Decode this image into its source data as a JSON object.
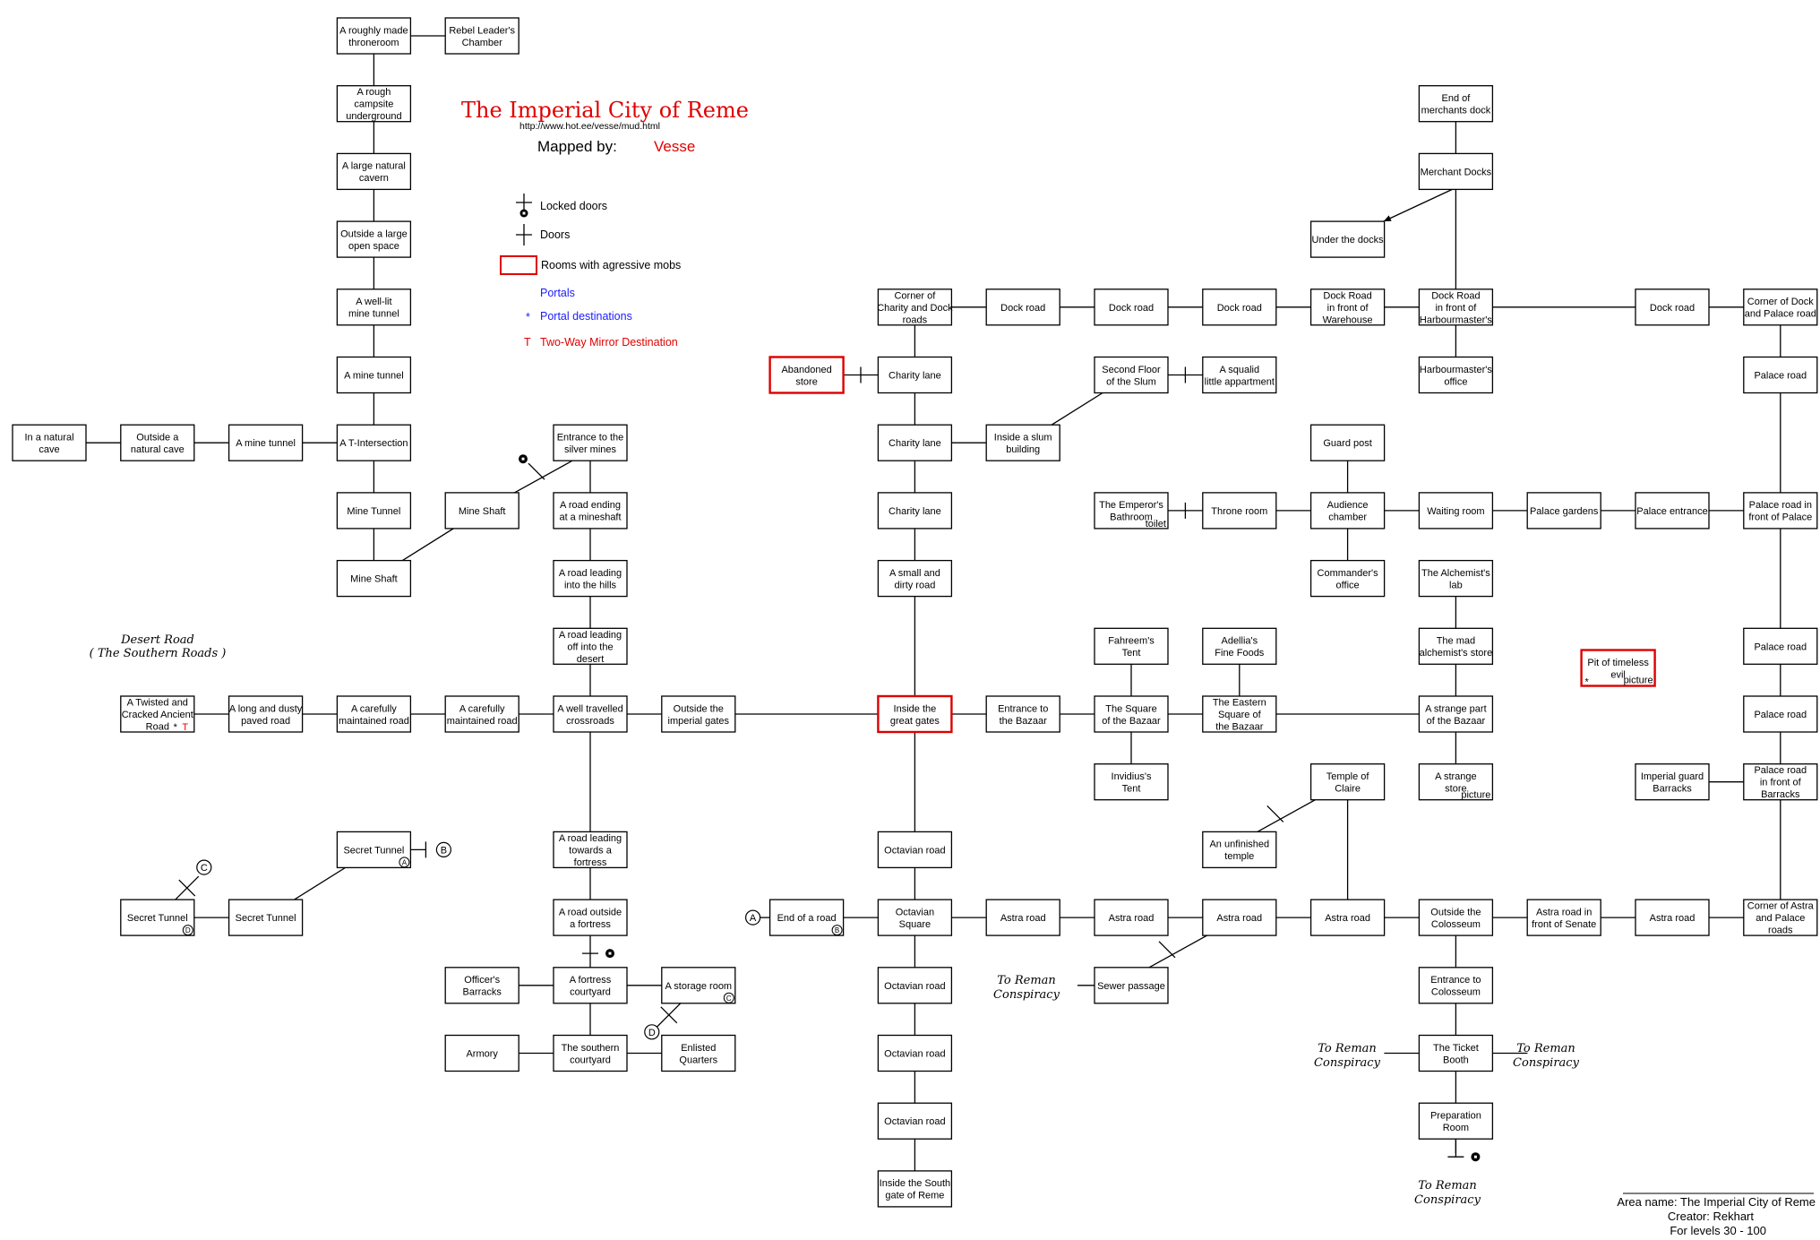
{
  "header": {
    "title": "The Imperial City of Reme",
    "url": "http://www.hot.ee/vesse/mud.html",
    "mapped_by_label": "Mapped by:",
    "mapper": "Vesse"
  },
  "legend": {
    "locked_doors": "Locked doors",
    "doors": "Doors",
    "aggressive": "Rooms with agressive mobs",
    "portals": "Portals",
    "portal_destinations": "Portal destinations",
    "mirror": "Two-Way Mirror Destination"
  },
  "info": {
    "area_name": "Area name: The Imperial City of Reme",
    "creator": "Creator: Rekhart",
    "levels": "For levels 30 - 100"
  },
  "external": {
    "desert_road": [
      "Desert Road",
      "( The Southern Roads )"
    ],
    "to_reman": [
      "To Reman",
      "Conspiracy"
    ]
  },
  "links": {
    "toilet": "toilet",
    "picture": "picture",
    "star": "*",
    "t": "T"
  },
  "markers": [
    "A",
    "B",
    "C",
    "D"
  ],
  "rooms": [
    {
      "id": "throneroom",
      "c": 3,
      "r": 0,
      "lines": [
        "A roughly made",
        "throneroom"
      ]
    },
    {
      "id": "rebel",
      "c": 4,
      "r": 0,
      "lines": [
        "Rebel Leader's",
        "Chamber"
      ]
    },
    {
      "id": "campsite",
      "c": 3,
      "r": 1,
      "lines": [
        "A rough",
        "campsite",
        "underground"
      ]
    },
    {
      "id": "cavern",
      "c": 3,
      "r": 2,
      "lines": [
        "A large natural",
        "cavern"
      ]
    },
    {
      "id": "openspace",
      "c": 3,
      "r": 3,
      "lines": [
        "Outside a large",
        "open space"
      ]
    },
    {
      "id": "welllit",
      "c": 3,
      "r": 4,
      "lines": [
        "A well-lit",
        "mine tunnel"
      ]
    },
    {
      "id": "minetunnel1",
      "c": 3,
      "r": 5,
      "lines": [
        "A mine tunnel"
      ]
    },
    {
      "id": "naturalcave",
      "c": 0,
      "r": 6,
      "lines": [
        "In a natural",
        "cave"
      ]
    },
    {
      "id": "outsidecave",
      "c": 1,
      "r": 6,
      "lines": [
        "Outside a",
        "natural cave"
      ]
    },
    {
      "id": "minetunnel2",
      "c": 2,
      "r": 6,
      "lines": [
        "A mine tunnel"
      ]
    },
    {
      "id": "tint",
      "c": 3,
      "r": 6,
      "lines": [
        "A T-Intersection"
      ]
    },
    {
      "id": "silvermines",
      "c": 5,
      "r": 6,
      "lines": [
        "Entrance to the",
        "silver mines"
      ]
    },
    {
      "id": "minetunnel3",
      "c": 3,
      "r": 7,
      "lines": [
        "Mine Tunnel"
      ]
    },
    {
      "id": "mineshaft1",
      "c": 4,
      "r": 7,
      "lines": [
        "Mine Shaft"
      ]
    },
    {
      "id": "roadending",
      "c": 5,
      "r": 7,
      "lines": [
        "A road ending",
        "at a mineshaft"
      ]
    },
    {
      "id": "mineshaft2",
      "c": 3,
      "r": 8,
      "lines": [
        "Mine Shaft"
      ]
    },
    {
      "id": "roadhills",
      "c": 5,
      "r": 8,
      "lines": [
        "A road leading",
        "into the hills"
      ]
    },
    {
      "id": "roaddesert",
      "c": 5,
      "r": 9,
      "lines": [
        "A road leading",
        "off into the",
        "desert"
      ]
    },
    {
      "id": "twisted",
      "c": 1,
      "r": 10,
      "lines": [
        "A Twisted and",
        "Cracked Ancient",
        "Road"
      ],
      "portal": true
    },
    {
      "id": "dustyroad",
      "c": 2,
      "r": 10,
      "lines": [
        "A long and dusty",
        "paved road"
      ]
    },
    {
      "id": "carefully1",
      "c": 3,
      "r": 10,
      "lines": [
        "A carefully",
        "maintained road"
      ]
    },
    {
      "id": "carefully2",
      "c": 4,
      "r": 10,
      "lines": [
        "A carefully",
        "maintained road"
      ]
    },
    {
      "id": "crossroads",
      "c": 5,
      "r": 10,
      "lines": [
        "A well travelled",
        "crossroads"
      ]
    },
    {
      "id": "outsidegates",
      "c": 6,
      "r": 10,
      "lines": [
        "Outside the",
        "imperial gates"
      ]
    },
    {
      "id": "secret1",
      "c": 3,
      "r": 12,
      "lines": [
        "Secret Tunnel"
      ],
      "mark": "A"
    },
    {
      "id": "roadfortress",
      "c": 5,
      "r": 12,
      "lines": [
        "A road leading",
        "towards a",
        "fortress"
      ]
    },
    {
      "id": "secret2",
      "c": 1,
      "r": 13,
      "lines": [
        "Secret Tunnel"
      ],
      "mark": "D"
    },
    {
      "id": "secret3",
      "c": 2,
      "r": 13,
      "lines": [
        "Secret Tunnel"
      ]
    },
    {
      "id": "outsidefortress",
      "c": 5,
      "r": 13,
      "lines": [
        "A road outside",
        "a fortress"
      ]
    },
    {
      "id": "officers",
      "c": 4,
      "r": 14,
      "lines": [
        "Officer's",
        "Barracks"
      ]
    },
    {
      "id": "fortcourt",
      "c": 5,
      "r": 14,
      "lines": [
        "A fortress",
        "courtyard"
      ]
    },
    {
      "id": "storage",
      "c": 6,
      "r": 14,
      "lines": [
        "A storage room"
      ],
      "mark": "C"
    },
    {
      "id": "armory",
      "c": 4,
      "r": 15,
      "lines": [
        "Armory"
      ]
    },
    {
      "id": "southcourt",
      "c": 5,
      "r": 15,
      "lines": [
        "The southern",
        "courtyard"
      ]
    },
    {
      "id": "enlisted",
      "c": 6,
      "r": 15,
      "lines": [
        "Enlisted",
        "Quarters"
      ]
    },
    {
      "id": "corner_charity",
      "c": 8,
      "r": 4,
      "lines": [
        "Corner of",
        "Charity and Dock",
        "roads"
      ]
    },
    {
      "id": "dock1",
      "c": 9,
      "r": 4,
      "lines": [
        "Dock road"
      ]
    },
    {
      "id": "dock2",
      "c": 10,
      "r": 4,
      "lines": [
        "Dock road"
      ]
    },
    {
      "id": "dock3",
      "c": 11,
      "r": 4,
      "lines": [
        "Dock road"
      ]
    },
    {
      "id": "dockware",
      "c": 12,
      "r": 4,
      "lines": [
        "Dock Road",
        "in front of",
        "Warehouse"
      ]
    },
    {
      "id": "dockharb",
      "c": 13,
      "r": 4,
      "lines": [
        "Dock Road",
        "in front of",
        "Harbourmaster's"
      ]
    },
    {
      "id": "dock4",
      "c": 15,
      "r": 4,
      "lines": [
        "Dock road"
      ]
    },
    {
      "id": "corner_dock",
      "c": 16,
      "r": 4,
      "lines": [
        "Corner of Dock",
        "and Palace road"
      ]
    },
    {
      "id": "endmerch",
      "c": 13,
      "r": 1,
      "lines": [
        "End of",
        "merchants dock"
      ]
    },
    {
      "id": "merchdocks",
      "c": 13,
      "r": 2,
      "lines": [
        "Merchant Docks"
      ]
    },
    {
      "id": "underdocks",
      "c": 12,
      "r": 3,
      "lines": [
        "Under the docks"
      ]
    },
    {
      "id": "abandoned",
      "c": 7,
      "r": 5,
      "lines": [
        "Abandoned",
        "store"
      ],
      "agg": true
    },
    {
      "id": "charity1",
      "c": 8,
      "r": 5,
      "lines": [
        "Charity lane"
      ]
    },
    {
      "id": "secondfloor",
      "c": 10,
      "r": 5,
      "lines": [
        "Second Floor",
        "of the Slum"
      ]
    },
    {
      "id": "squalid",
      "c": 11,
      "r": 5,
      "lines": [
        "A squalid",
        "little appartment"
      ]
    },
    {
      "id": "harboffice",
      "c": 13,
      "r": 5,
      "lines": [
        "Harbourmaster's",
        "office"
      ]
    },
    {
      "id": "palaceroad1",
      "c": 16,
      "r": 5,
      "lines": [
        "Palace road"
      ]
    },
    {
      "id": "charity2",
      "c": 8,
      "r": 6,
      "lines": [
        "Charity lane"
      ]
    },
    {
      "id": "slumbuilding",
      "c": 9,
      "r": 6,
      "lines": [
        "Inside a slum",
        "building"
      ]
    },
    {
      "id": "guardpost",
      "c": 12,
      "r": 6,
      "lines": [
        "Guard post"
      ]
    },
    {
      "id": "charity3",
      "c": 8,
      "r": 7,
      "lines": [
        "Charity lane"
      ]
    },
    {
      "id": "bathroom",
      "c": 10,
      "r": 7,
      "lines": [
        "The Emperor's",
        "Bathroom"
      ],
      "link": "toilet"
    },
    {
      "id": "throneroom2",
      "c": 11,
      "r": 7,
      "lines": [
        "Throne room"
      ]
    },
    {
      "id": "audience",
      "c": 12,
      "r": 7,
      "lines": [
        "Audience",
        "chamber"
      ]
    },
    {
      "id": "waiting",
      "c": 13,
      "r": 7,
      "lines": [
        "Waiting room"
      ]
    },
    {
      "id": "gardens",
      "c": 14,
      "r": 7,
      "lines": [
        "Palace gardens"
      ]
    },
    {
      "id": "palaceent",
      "c": 15,
      "r": 7,
      "lines": [
        "Palace entrance"
      ]
    },
    {
      "id": "palacefront",
      "c": 16,
      "r": 7,
      "lines": [
        "Palace road in",
        "front of Palace"
      ]
    },
    {
      "id": "dirtyroad",
      "c": 8,
      "r": 8,
      "lines": [
        "A small and",
        "dirty road"
      ]
    },
    {
      "id": "commander",
      "c": 12,
      "r": 8,
      "lines": [
        "Commander's",
        "office"
      ]
    },
    {
      "id": "alchlab",
      "c": 13,
      "r": 8,
      "lines": [
        "The Alchemist's",
        "lab"
      ]
    },
    {
      "id": "fahreem",
      "c": 10,
      "r": 9,
      "lines": [
        "Fahreem's",
        "Tent"
      ]
    },
    {
      "id": "adellia",
      "c": 11,
      "r": 9,
      "lines": [
        "Adellia's",
        "Fine Foods"
      ]
    },
    {
      "id": "madalch",
      "c": 13,
      "r": 9,
      "lines": [
        "The mad",
        "alchemist's store"
      ]
    },
    {
      "id": "palaceroad2",
      "c": 16,
      "r": 9,
      "lines": [
        "Palace road"
      ]
    },
    {
      "id": "pit",
      "c": 14.5,
      "r": 9.32,
      "lines": [
        "Pit of timeless",
        "evil"
      ],
      "agg": true,
      "portalpic": true
    },
    {
      "id": "greatgates",
      "c": 8,
      "r": 10,
      "lines": [
        "Inside the",
        "great gates"
      ],
      "agg": true
    },
    {
      "id": "bazaarent",
      "c": 9,
      "r": 10,
      "lines": [
        "Entrance to",
        "the Bazaar"
      ]
    },
    {
      "id": "bazaarsq",
      "c": 10,
      "r": 10,
      "lines": [
        "The Square",
        "of the Bazaar"
      ]
    },
    {
      "id": "eastsq",
      "c": 11,
      "r": 10,
      "lines": [
        "The Eastern",
        "Square of",
        "the Bazaar"
      ]
    },
    {
      "id": "strangepart",
      "c": 13,
      "r": 10,
      "lines": [
        "A strange part",
        "of the Bazaar"
      ]
    },
    {
      "id": "palaceroad3",
      "c": 16,
      "r": 10,
      "lines": [
        "Palace road"
      ]
    },
    {
      "id": "invidius",
      "c": 10,
      "r": 11,
      "lines": [
        "Invidius's",
        "Tent"
      ]
    },
    {
      "id": "temple",
      "c": 12,
      "r": 11,
      "lines": [
        "Temple of",
        "Claire"
      ]
    },
    {
      "id": "strangestore",
      "c": 13,
      "r": 11,
      "lines": [
        "A strange",
        "store"
      ],
      "link": "picture"
    },
    {
      "id": "guardbarracks",
      "c": 15,
      "r": 11,
      "lines": [
        "Imperial guard",
        "Barracks"
      ]
    },
    {
      "id": "palacebarracks",
      "c": 16,
      "r": 11,
      "lines": [
        "Palace road",
        "in front of",
        "Barracks"
      ]
    },
    {
      "id": "octavian1",
      "c": 8,
      "r": 12,
      "lines": [
        "Octavian road"
      ]
    },
    {
      "id": "unfinished",
      "c": 11,
      "r": 12,
      "lines": [
        "An unfinished",
        "temple"
      ]
    },
    {
      "id": "endroad",
      "c": 7,
      "r": 13,
      "lines": [
        "End of a road"
      ],
      "mark": "B"
    },
    {
      "id": "octsquare",
      "c": 8,
      "r": 13,
      "lines": [
        "Octavian",
        "Square"
      ]
    },
    {
      "id": "astra1",
      "c": 9,
      "r": 13,
      "lines": [
        "Astra road"
      ]
    },
    {
      "id": "astra2",
      "c": 10,
      "r": 13,
      "lines": [
        "Astra road"
      ]
    },
    {
      "id": "astra3",
      "c": 11,
      "r": 13,
      "lines": [
        "Astra road"
      ]
    },
    {
      "id": "astra4",
      "c": 12,
      "r": 13,
      "lines": [
        "Astra road"
      ]
    },
    {
      "id": "outsidecol",
      "c": 13,
      "r": 13,
      "lines": [
        "Outside the",
        "Colosseum"
      ]
    },
    {
      "id": "astrasenate",
      "c": 14,
      "r": 13,
      "lines": [
        "Astra road in",
        "front of Senate"
      ]
    },
    {
      "id": "astra5",
      "c": 15,
      "r": 13,
      "lines": [
        "Astra road"
      ]
    },
    {
      "id": "corner_astra",
      "c": 16,
      "r": 13,
      "lines": [
        "Corner of Astra",
        "and Palace",
        "roads"
      ]
    },
    {
      "id": "octavian2",
      "c": 8,
      "r": 14,
      "lines": [
        "Octavian road"
      ]
    },
    {
      "id": "sewer",
      "c": 10,
      "r": 14,
      "lines": [
        "Sewer passage"
      ]
    },
    {
      "id": "colent",
      "c": 13,
      "r": 14,
      "lines": [
        "Entrance to",
        "Colosseum"
      ]
    },
    {
      "id": "octavian3",
      "c": 8,
      "r": 15,
      "lines": [
        "Octavian road"
      ]
    },
    {
      "id": "ticket",
      "c": 13,
      "r": 15,
      "lines": [
        "The Ticket",
        "Booth"
      ]
    },
    {
      "id": "octavian4",
      "c": 8,
      "r": 16,
      "lines": [
        "Octavian road"
      ]
    },
    {
      "id": "prep",
      "c": 13,
      "r": 16,
      "lines": [
        "Preparation",
        "Room"
      ]
    },
    {
      "id": "southgate",
      "c": 8,
      "r": 17,
      "lines": [
        "Inside the South",
        "gate of Reme"
      ]
    }
  ],
  "connections": [
    [
      "throneroom",
      "rebel"
    ],
    [
      "throneroom",
      "campsite"
    ],
    [
      "campsite",
      "cavern"
    ],
    [
      "cavern",
      "openspace"
    ],
    [
      "openspace",
      "welllit"
    ],
    [
      "welllit",
      "minetunnel1"
    ],
    [
      "minetunnel1",
      "tint"
    ],
    [
      "naturalcave",
      "outsidecave"
    ],
    [
      "outsidecave",
      "minetunnel2"
    ],
    [
      "minetunnel2",
      "tint"
    ],
    [
      "tint",
      "minetunnel3"
    ],
    [
      "minetunnel3",
      "mineshaft2"
    ],
    [
      "mineshaft2",
      "mineshaft1"
    ],
    [
      "silvermines",
      "roadending"
    ],
    [
      "roadending",
      "roadhills"
    ],
    [
      "roadhills",
      "roaddesert"
    ],
    [
      "roaddesert",
      "crossroads"
    ],
    [
      "twisted",
      "dustyroad"
    ],
    [
      "dustyroad",
      "carefully1"
    ],
    [
      "carefully1",
      "carefully2"
    ],
    [
      "carefully2",
      "crossroads"
    ],
    [
      "crossroads",
      "outsidegates"
    ],
    [
      "outsidegates",
      "greatgates"
    ],
    [
      "crossroads",
      "roadfortress"
    ],
    [
      "roadfortress",
      "outsidefortress"
    ],
    [
      "officers",
      "fortcourt"
    ],
    [
      "fortcourt",
      "storage"
    ],
    [
      "fortcourt",
      "southcourt"
    ],
    [
      "armory",
      "southcourt"
    ],
    [
      "southcourt",
      "enlisted"
    ],
    [
      "secret2",
      "secret3"
    ],
    [
      "secret3",
      "secret1"
    ],
    [
      "corner_charity",
      "dock1"
    ],
    [
      "dock1",
      "dock2"
    ],
    [
      "dock2",
      "dock3"
    ],
    [
      "dock3",
      "dockware"
    ],
    [
      "dockware",
      "dockharb"
    ],
    [
      "dockharb",
      "dock4"
    ],
    [
      "dock4",
      "corner_dock"
    ],
    [
      "endmerch",
      "merchdocks"
    ],
    [
      "merchdocks",
      "dockharb"
    ],
    [
      "dockharb",
      "harboffice"
    ],
    [
      "corner_charity",
      "charity1"
    ],
    [
      "charity1",
      "charity2"
    ],
    [
      "charity2",
      "charity3"
    ],
    [
      "charity3",
      "dirtyroad"
    ],
    [
      "dirtyroad",
      "greatgates"
    ],
    [
      "charity2",
      "slumbuilding"
    ],
    [
      "slumbuilding",
      "secondfloor"
    ],
    [
      "corner_dock",
      "palaceroad1"
    ],
    [
      "palaceroad1",
      "palacefront"
    ],
    [
      "palacefront",
      "palaceroad2"
    ],
    [
      "palaceroad2",
      "palaceroad3"
    ],
    [
      "palaceroad3",
      "palacebarracks"
    ],
    [
      "palacebarracks",
      "corner_astra"
    ],
    [
      "guardbarracks",
      "palacebarracks"
    ],
    [
      "guardpost",
      "audience"
    ],
    [
      "throneroom2",
      "audience"
    ],
    [
      "audience",
      "waiting"
    ],
    [
      "waiting",
      "gardens"
    ],
    [
      "gardens",
      "palaceent"
    ],
    [
      "palaceent",
      "palacefront"
    ],
    [
      "audience",
      "commander"
    ],
    [
      "alchlab",
      "madalch"
    ],
    [
      "madalch",
      "strangepart"
    ],
    [
      "strangepart",
      "strangestore"
    ],
    [
      "greatgates",
      "bazaarent"
    ],
    [
      "bazaarent",
      "bazaarsq"
    ],
    [
      "bazaarsq",
      "eastsq"
    ],
    [
      "eastsq",
      "strangepart"
    ],
    [
      "fahreem",
      "bazaarsq"
    ],
    [
      "bazaarsq",
      "invidius"
    ],
    [
      "adellia",
      "eastsq"
    ],
    [
      "greatgates",
      "octavian1"
    ],
    [
      "octavian1",
      "octsquare"
    ],
    [
      "endroad",
      "octsquare"
    ],
    [
      "octsquare",
      "astra1"
    ],
    [
      "astra1",
      "astra2"
    ],
    [
      "astra2",
      "astra3"
    ],
    [
      "astra3",
      "astra4"
    ],
    [
      "astra4",
      "outsidecol"
    ],
    [
      "outsidecol",
      "astrasenate"
    ],
    [
      "astrasenate",
      "astra5"
    ],
    [
      "astra5",
      "corner_astra"
    ],
    [
      "temple",
      "astra4"
    ],
    [
      "octsquare",
      "octavian2"
    ],
    [
      "octavian2",
      "octavian3"
    ],
    [
      "octavian3",
      "octavian4"
    ],
    [
      "octavian4",
      "southgate"
    ],
    [
      "outsidecol",
      "colent"
    ],
    [
      "colent",
      "ticket"
    ],
    [
      "ticket",
      "prep"
    ]
  ]
}
